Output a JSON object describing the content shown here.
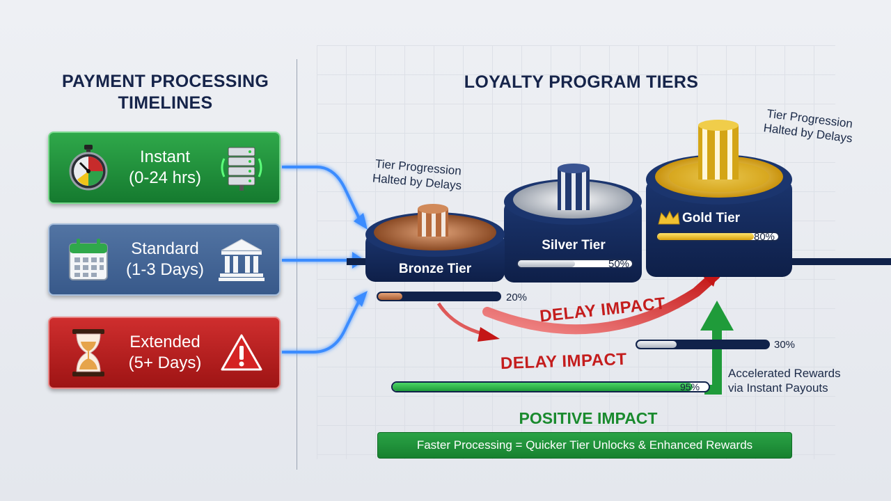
{
  "left_heading": [
    "PAYMENT PROCESSING",
    "TIMELINES"
  ],
  "right_heading": "LOYALTY PROGRAM TIERS",
  "timelines": [
    {
      "name": "Instant",
      "range": "(0-24 hrs)",
      "icon_left": "stopwatch-icon",
      "icon_right": "server-icon",
      "color": "#2fa84a"
    },
    {
      "name": "Standard",
      "range": "(1-3 Days)",
      "icon_left": "calendar-icon",
      "icon_right": "bank-icon",
      "color": "#4a6b9a"
    },
    {
      "name": "Extended",
      "range": "(5+ Days)",
      "icon_left": "hourglass-icon",
      "icon_right": "warning-icon",
      "color": "#c42424"
    }
  ],
  "tiers": [
    {
      "name": "Bronze Tier",
      "progress": 20,
      "progress_label": "20%",
      "color": "#b86a3a"
    },
    {
      "name": "Silver Tier",
      "progress": 50,
      "progress_label": "50%",
      "color": "#c9ccd3"
    },
    {
      "name": "Gold Tier",
      "progress": 80,
      "progress_label": "80%",
      "color": "#e8b923",
      "icon": "crown-icon"
    }
  ],
  "halted_label_left": [
    "Tier Progression",
    "Halted by Delays"
  ],
  "halted_label_right": [
    "Tier Progression",
    "Halted by Delays"
  ],
  "delay_impact_1": "DELAY IMPACT",
  "delay_impact_2": "DELAY IMPACT",
  "extended_bar": {
    "progress": 30,
    "label": "30%"
  },
  "accelerated_bar": {
    "progress": 95,
    "label": "95%"
  },
  "accelerated_label": [
    "Accelerated Rewards",
    "via Instant Payouts"
  ],
  "positive_title": "POSITIVE IMPACT",
  "positive_caption": "Faster Processing = Quicker Tier Unlocks & Enhanced Rewards"
}
